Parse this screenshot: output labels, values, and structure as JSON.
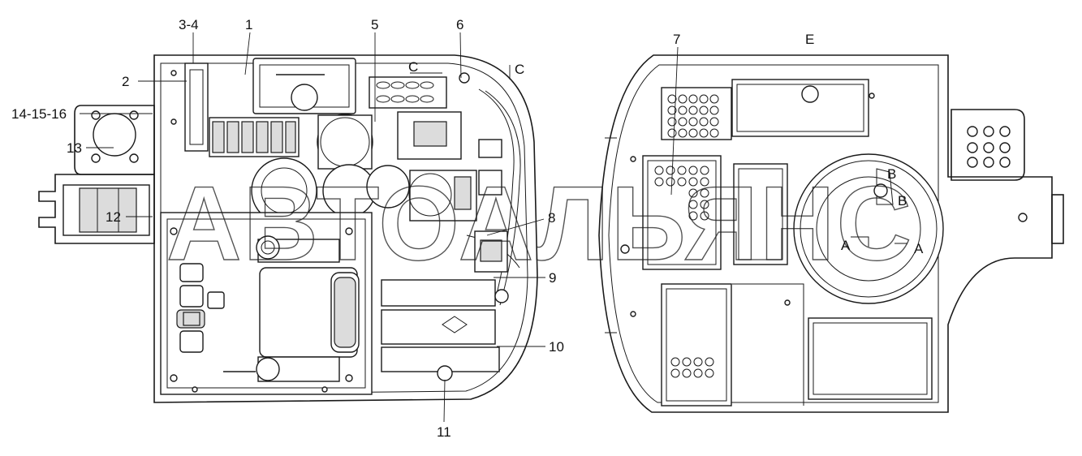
{
  "callouts": {
    "c1": "1",
    "c2": "2",
    "c3_4": "3-4",
    "c5": "5",
    "c6": "6",
    "c7": "7",
    "c8": "8",
    "c9": "9",
    "c10": "10",
    "c11": "11",
    "c12": "12",
    "c13": "13",
    "c14_15_16": "14-15-16"
  },
  "view_marks": {
    "view_e": "E",
    "section_c_left": "C",
    "section_c_right": "C",
    "section_b_top": "B",
    "section_b_bottom": "B",
    "section_a_left": "A",
    "section_a_right": "A"
  },
  "watermark": {
    "text": "АВТОАЛЬЯНС"
  }
}
